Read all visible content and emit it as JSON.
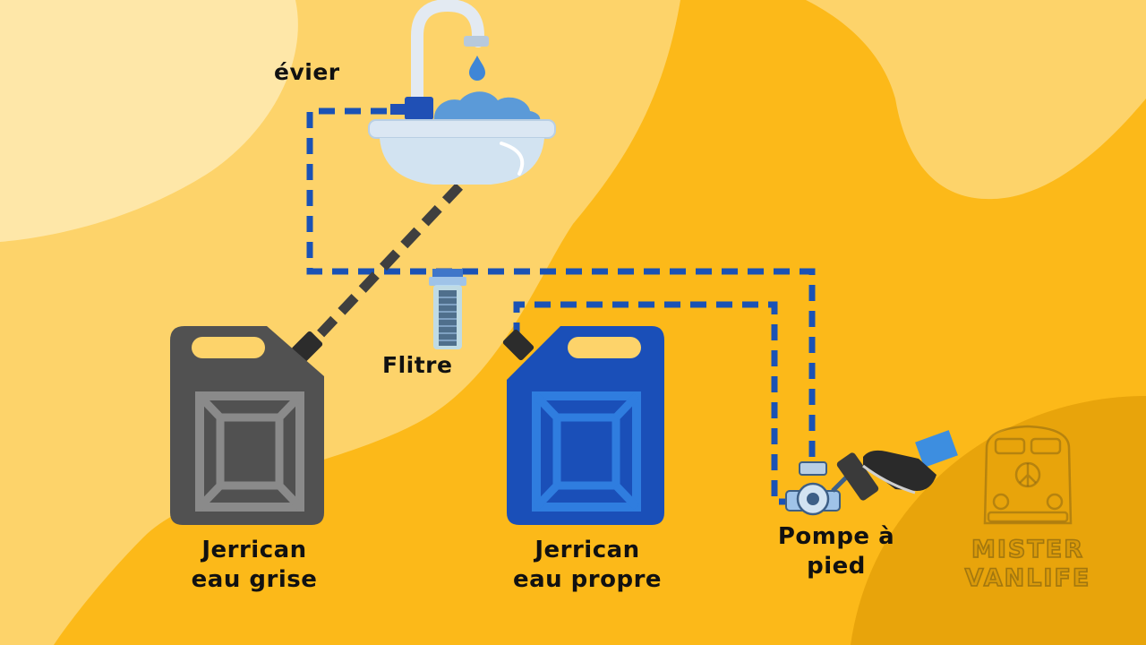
{
  "labels": {
    "sink": "évier",
    "filter": "Flitre",
    "grey_tank": [
      "Jerrican",
      "eau grise"
    ],
    "clean_tank": [
      "Jerrican",
      "eau propre"
    ],
    "pump": [
      "Pompe à",
      "pied"
    ]
  },
  "brand": [
    "MISTER",
    "VANLIFE"
  ],
  "colors": {
    "background": "#fcb919",
    "background_light": "#fdd36a",
    "background_pale": "#fee7a8",
    "background_shadow": "#e8a40b",
    "fresh_water_pipe": "#1a52b5",
    "grey_water_pipe": "#3f3f3f",
    "grey_jerrican": "#515151",
    "clean_jerrican": "#1a4fb8",
    "sink_basin": "#d2e3f1",
    "faucet": "#e3eaf2",
    "water": "#5b9ad8",
    "label_text": "#111111"
  },
  "icons": [
    "sink-icon",
    "faucet-icon",
    "water-drop-icon",
    "filter-icon",
    "grey-jerrican-icon",
    "clean-jerrican-icon",
    "foot-pump-icon",
    "shoe-icon",
    "van-logo-icon"
  ]
}
